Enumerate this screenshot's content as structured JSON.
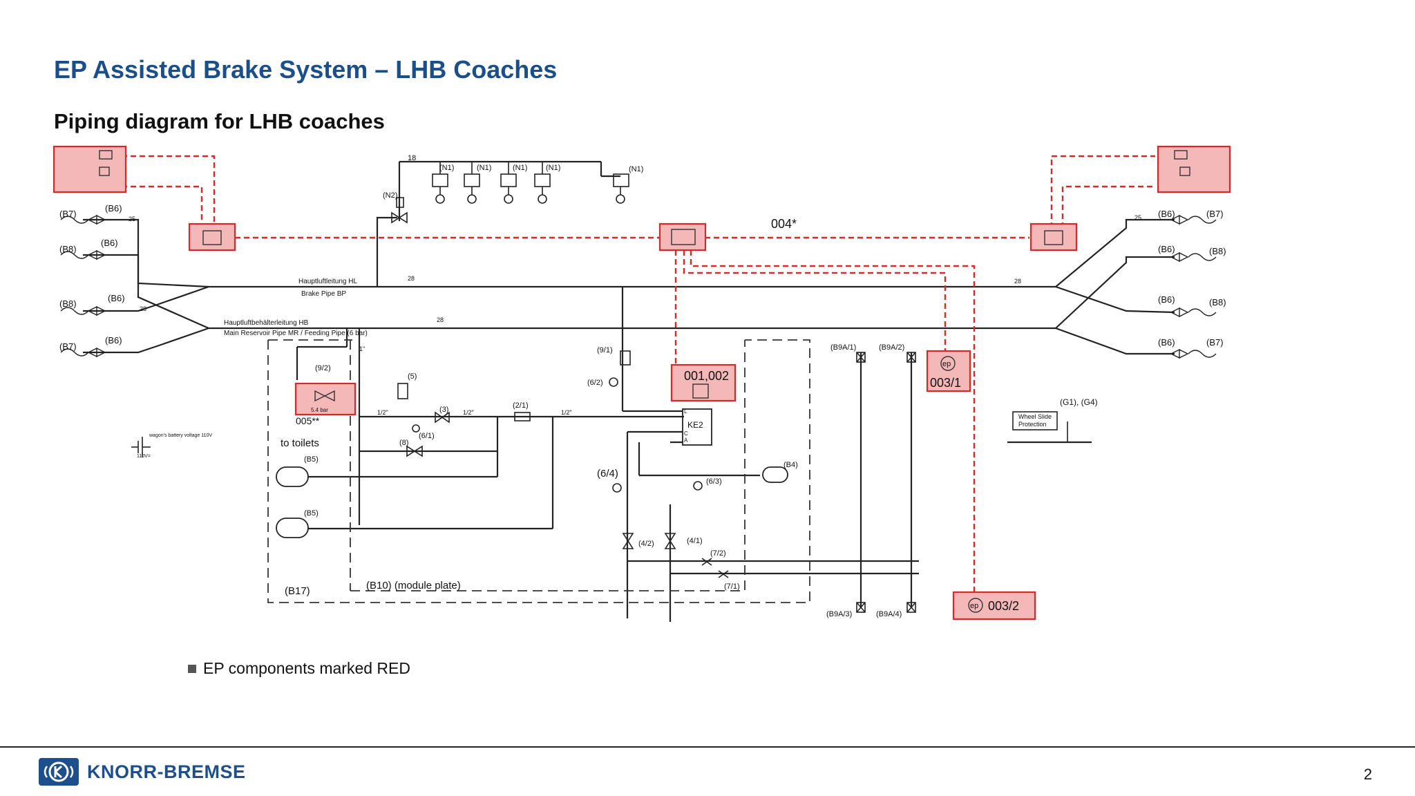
{
  "slide": {
    "title": "EP Assisted Brake System – LHB Coaches",
    "subtitle": "Piping diagram for LHB coaches",
    "bullet": "EP components marked RED",
    "page_number": "2"
  },
  "logo": {
    "name": "KNORR-BREMSE",
    "icon": "knorr-bremse-logo-icon"
  },
  "colors": {
    "title": "#1b4f8a",
    "ep_red": "#e03c3c",
    "ep_fill": "#f4b8b8",
    "line": "#222222"
  },
  "diagram": {
    "labels": {
      "n1": "(N1)",
      "n2": "(N2)",
      "b6": "(B6)",
      "b7": "(B7)",
      "b8": "(B8)",
      "hl_line": "Hauptluftleitung  HL",
      "hl_sub": "Brake Pipe BP",
      "hb_line": "Hauptluftbehälterleitung  HB",
      "hb_sub": "Main Reservoir Pipe MR / Feeding Pipe (6 bar)",
      "n004": "004*",
      "n001": "001,002",
      "n0031": "003/1",
      "n0032": "003/2",
      "n005": "005**",
      "ep": "ep",
      "ke2": "KE2",
      "toilets": "to toilets",
      "b5": "(B5)",
      "b4": "(B4)",
      "b17": "(B17)",
      "b10": "(B10)  (module plate)",
      "v92": "(9/2)",
      "v91": "(9/1)",
      "v5": "(5)",
      "v62": "(6/2)",
      "v21": "(2/1)",
      "v3": "(3)",
      "v8": "(8)",
      "v61": "(6/1)",
      "v64": "(6/4)",
      "v63": "(6/3)",
      "v42": "(4/2)",
      "v41": "(4/1)",
      "v72": "(7/2)",
      "v71": "(7/1)",
      "b9a1": "(B9A/1)",
      "b9a2": "(B9A/2)",
      "b9a3": "(B9A/3)",
      "b9a4": "(B9A/4)",
      "g1g4": "(G1), (G4)",
      "wsp1": "Wheel Slide",
      "wsp2": "Protection",
      "battery": "wagon's battery voltage 110V",
      "battery_v": "110V=",
      "p28": "28",
      "p25": "25",
      "p18": "18",
      "bar54": "5.4 bar",
      "pipe12": "1/2\"",
      "pipe1": "1\"",
      "ll": "L",
      "cc": "C",
      "aa": "A"
    }
  }
}
